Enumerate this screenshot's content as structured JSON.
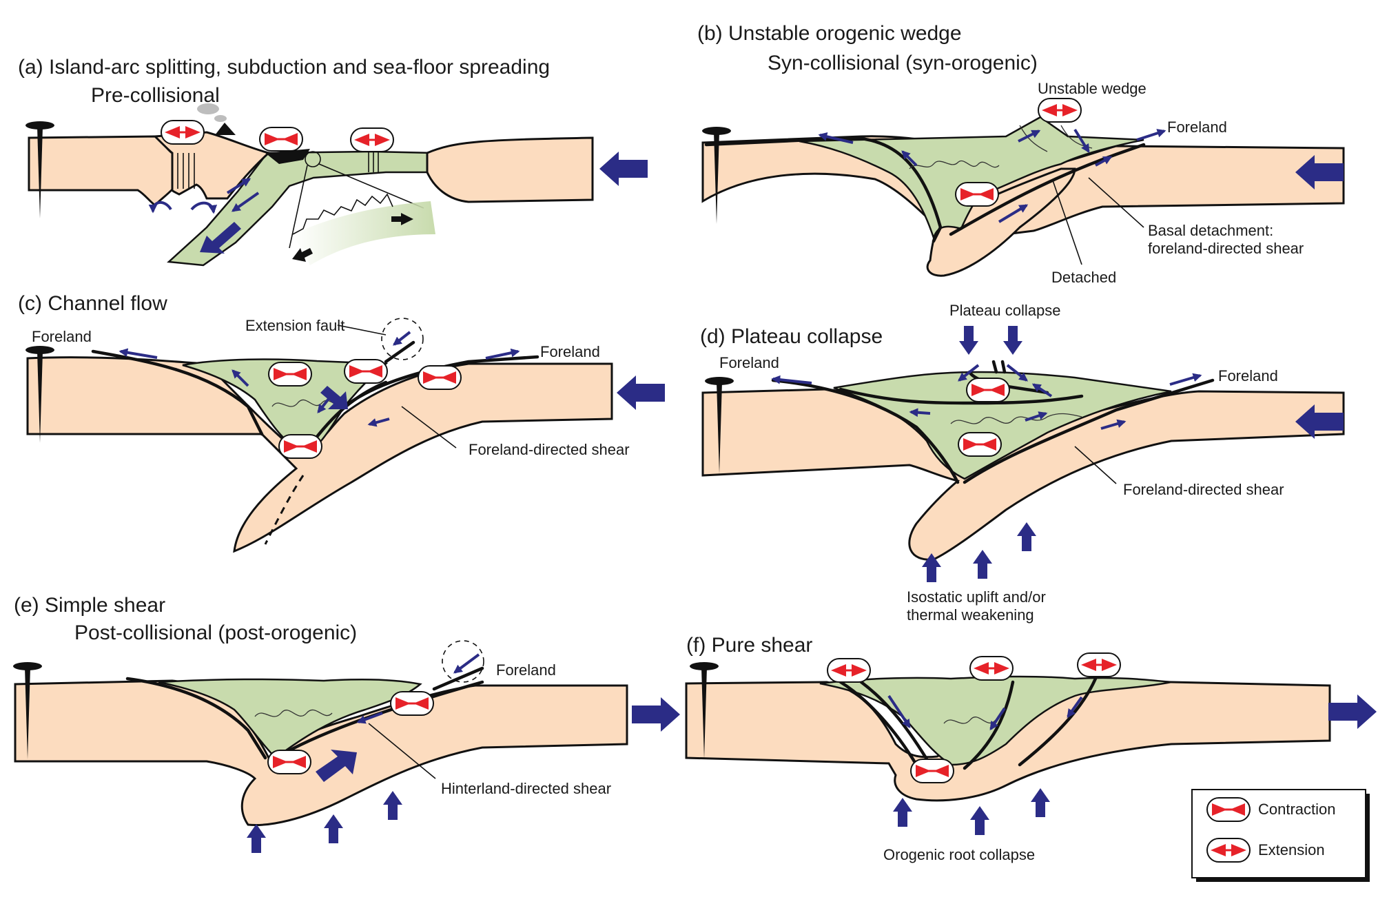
{
  "panels": {
    "a": {
      "title": "(a) Island-arc splitting, subduction and sea-floor spreading",
      "stage": "Pre-collisional"
    },
    "b": {
      "title": "(b) Unstable orogenic wedge",
      "stage": "Syn-collisional (syn-orogenic)",
      "unstable_wedge": "Unstable wedge",
      "foreland": "Foreland",
      "basal_1": "Basal detachment:",
      "basal_2": "foreland-directed shear",
      "detached": "Detached"
    },
    "c": {
      "title": "(c) Channel flow",
      "foreland_left": "Foreland",
      "foreland_right": "Foreland",
      "extension_fault": "Extension fault",
      "shear": "Foreland-directed shear"
    },
    "d": {
      "title": "(d) Plateau collapse",
      "plateau": "Plateau collapse",
      "foreland_left": "Foreland",
      "foreland_right": "Foreland",
      "shear": "Foreland-directed shear",
      "iso_1": "Isostatic uplift and/or",
      "iso_2": "thermal weakening"
    },
    "e": {
      "title": "(e) Simple shear",
      "stage": "Post-collisional (post-orogenic)",
      "foreland": "Foreland",
      "shear": "Hinterland-directed shear"
    },
    "f": {
      "title": "(f) Pure shear",
      "root": "Orogenic root collapse"
    }
  },
  "legend": {
    "contraction": "Contraction",
    "extension": "Extension"
  },
  "colors": {
    "crust": "#fcdcbf",
    "wedge": "#c8dbad",
    "arrow": "#2b2c86",
    "pill_arrow": "#e62229"
  }
}
